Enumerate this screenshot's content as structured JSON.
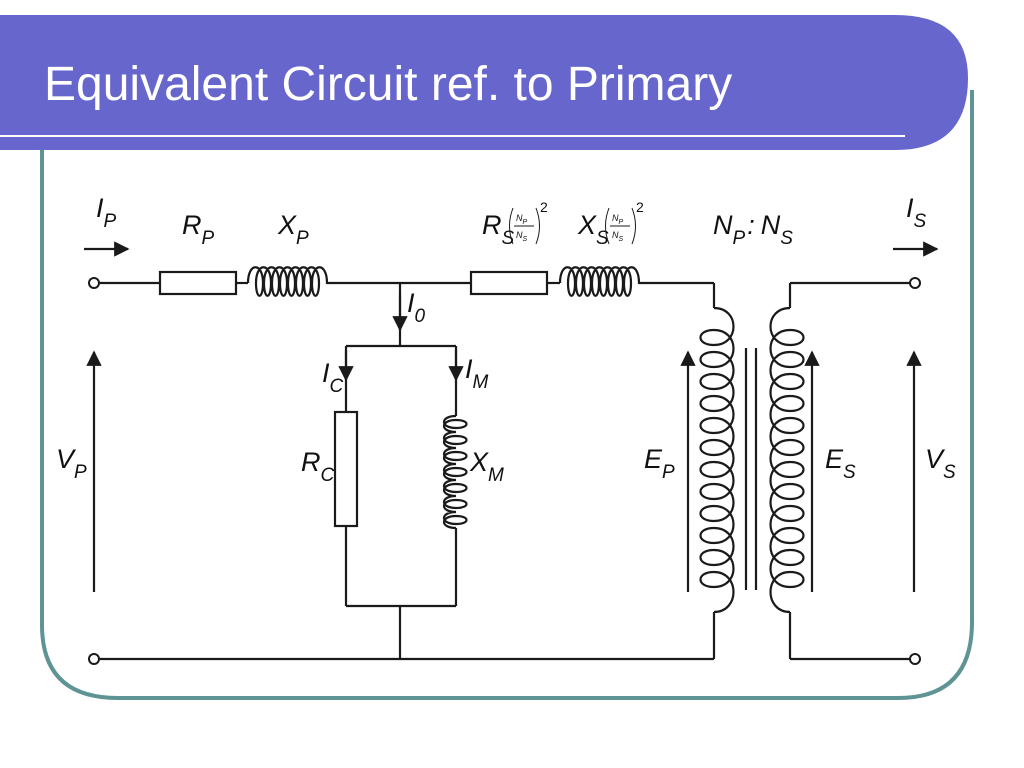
{
  "slide": {
    "title": "Equivalent Circuit ref. to Primary",
    "colors": {
      "title_bar": "#6666cc",
      "frame_border": "#5f9494",
      "background": "#ffffff"
    }
  },
  "diagram": {
    "labels": {
      "Ip": {
        "main": "I",
        "sub": "P"
      },
      "Rp": {
        "main": "R",
        "sub": "P"
      },
      "Xp": {
        "main": "X",
        "sub": "P"
      },
      "Rs_ref": {
        "main": "R",
        "sub": "S",
        "ratio_num": "N",
        "ratio_num_sub": "P",
        "ratio_den": "N",
        "ratio_den_sub": "S",
        "exponent": "2"
      },
      "Xs_ref": {
        "main": "X",
        "sub": "S",
        "ratio_num": "N",
        "ratio_num_sub": "P",
        "ratio_den": "N",
        "ratio_den_sub": "S",
        "exponent": "2"
      },
      "turns": {
        "n1": "N",
        "n1_sub": "P",
        "sep": ":",
        "n2": "N",
        "n2_sub": "S"
      },
      "Is": {
        "main": "I",
        "sub": "S"
      },
      "I0": {
        "main": "I",
        "sub": "0"
      },
      "Ic": {
        "main": "I",
        "sub": "C"
      },
      "Im": {
        "main": "I",
        "sub": "M"
      },
      "Vp": {
        "main": "V",
        "sub": "P"
      },
      "Rc": {
        "main": "R",
        "sub": "C"
      },
      "Xm": {
        "main": "X",
        "sub": "M"
      },
      "Ep": {
        "main": "E",
        "sub": "P"
      },
      "Es": {
        "main": "E",
        "sub": "S"
      },
      "Vs": {
        "main": "V",
        "sub": "S"
      }
    }
  }
}
